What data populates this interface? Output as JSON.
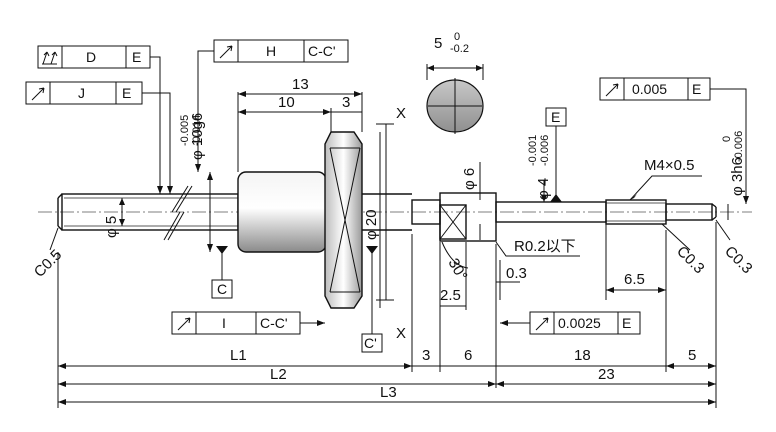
{
  "feature_frames": {
    "d": {
      "tolerance": "D",
      "datum": "E"
    },
    "h": {
      "tolerance": "H",
      "datum": "C-C'"
    },
    "j": {
      "tolerance": "J",
      "datum": "E"
    },
    "i": {
      "tolerance": "I",
      "datum": "C-C'"
    },
    "e_right": {
      "tolerance": "0.005",
      "datum": "E"
    },
    "e_lower": {
      "tolerance": "0.0025",
      "datum": "E"
    }
  },
  "datums": {
    "c": "C",
    "c_prime": "C'",
    "e": "E",
    "x_top": "X",
    "x_bottom": "X"
  },
  "dimensions": {
    "d13": "13",
    "d10": "10",
    "d3": "3",
    "d5_flat": "5",
    "d5_flat_tol_upper": "0",
    "d5_flat_tol_lower": "-0.2",
    "dia10": "φ 10g6",
    "dia10_tol_upper": "-0.005",
    "dia10_tol_lower": "-0.014",
    "dia5": "φ 5",
    "dia20": "φ 20",
    "dia6": "φ 6",
    "dia4": "φ 4",
    "dia4_tol_upper": "-0.001",
    "dia4_tol_lower": "-0.006",
    "dia3": "φ 3h6",
    "dia3_tol_upper": "0",
    "dia3_tol_lower": "-0.006",
    "thread": "M4×0.5",
    "c05": "C0.5",
    "c03_a": "C0.3",
    "c03_b": "C0.3",
    "r02": "R0.2以下",
    "d03": "0.3",
    "d65": "6.5",
    "d25": "2.5",
    "angle30": "30°",
    "l1": "L1",
    "l2": "L2",
    "l3": "L3",
    "b3": "3",
    "b6": "6",
    "b18": "18",
    "b5": "5",
    "b23": "23"
  }
}
